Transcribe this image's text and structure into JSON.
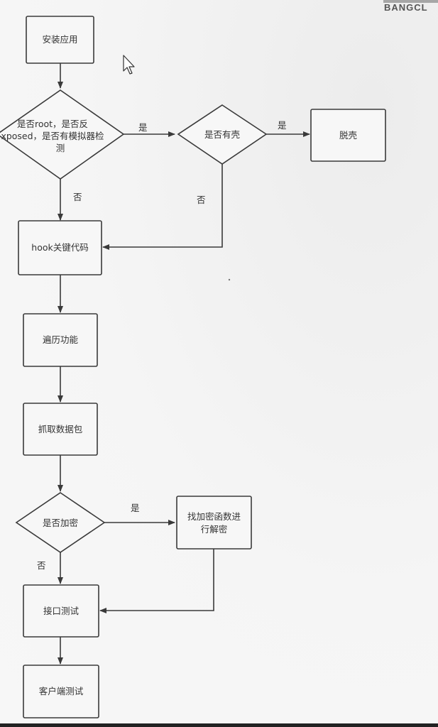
{
  "watermark": {
    "text": "BANGCL"
  },
  "nodes": {
    "install": "安装应用",
    "detect_line1": "是否root，是否反",
    "detect_line2": "xposed，是否有模拟器检",
    "detect_line3": "测",
    "has_shell": "是否有壳",
    "unpack": "脱壳",
    "hook": "hook关键代码",
    "traverse": "遍历功能",
    "capture": "抓取数据包",
    "encrypted": "是否加密",
    "decrypt_line1": "找加密函数进",
    "decrypt_line2": "行解密",
    "api_test": "接口测试",
    "client_test": "客户端测试"
  },
  "edges": {
    "detect_yes": "是",
    "detect_no": "否",
    "shell_yes": "是",
    "shell_no": "否",
    "encrypted_yes": "是",
    "encrypted_no": "否"
  }
}
